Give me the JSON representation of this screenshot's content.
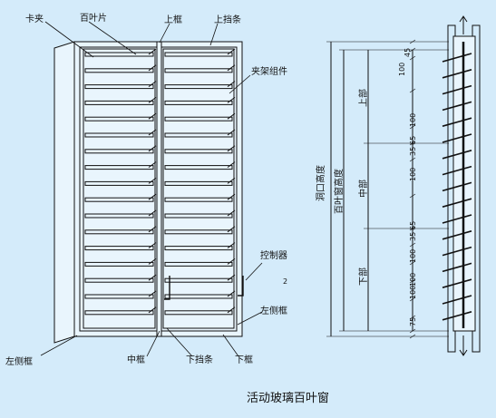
{
  "labels": {
    "clip": "卡夹",
    "louver_blade": "百叶片",
    "top_frame": "上框",
    "top_stop": "上挡条",
    "clip_frame_assembly": "夹架组件",
    "controller": "控制器",
    "controller_mark": "2",
    "left_side_frame_r": "左侧框",
    "left_side_frame_l": "左侧框",
    "middle_frame": "中框",
    "bottom_stop": "下挡条",
    "bottom_frame": "下框"
  },
  "dimensions": {
    "opening_height": "洞口高度",
    "louver_height": "百叶窗高度",
    "upper": "上部",
    "middle": "中部",
    "lower": "下部",
    "d_45": "45",
    "d_100_a": "100",
    "d_100_b": "100",
    "d_35_a": "35",
    "d_65_a": "65",
    "d_100_c": "100",
    "d_35_b": "35",
    "d_65_b": "65",
    "d_100_d": "100",
    "d_100_e": "100",
    "d_100_f": "100",
    "d_75": "75"
  },
  "caption": "活动玻璃百叶窗",
  "colors": {
    "background": "#d4ebfa",
    "line": "#111111",
    "panel": "#e9f5fd"
  }
}
